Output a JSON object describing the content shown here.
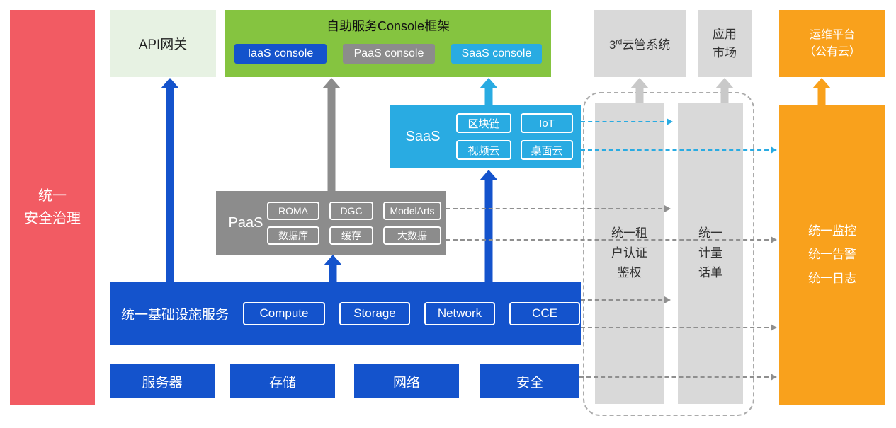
{
  "palette": {
    "blue": "#1453CC",
    "cyan": "#29ABE2",
    "gray": "#8C8C8C",
    "light_gray": "#D9D9D9",
    "green": "#85C440",
    "pale_green": "#E7F2E3",
    "orange": "#F9A11C",
    "red": "#F25B63"
  },
  "security_bar": {
    "label": "统一\n安全治理"
  },
  "api_gateway": {
    "label": "API网关"
  },
  "console_framework": {
    "title": "自助服务Console框架",
    "iaas_console": "IaaS console",
    "paas_console": "PaaS console",
    "saas_console": "SaaS console"
  },
  "third_party_cms": {
    "base": "3",
    "sup": "rd",
    "rest": "云管系统"
  },
  "app_market": {
    "label": "应用\n市场"
  },
  "om_platform": {
    "label": "运维平台\n（公有云）"
  },
  "saas": {
    "label": "SaaS",
    "items": [
      "区块链",
      "IoT",
      "视频云",
      "桌面云"
    ]
  },
  "paas": {
    "label": "PaaS",
    "items": [
      "ROMA",
      "DGC",
      "ModelArts",
      "数据库",
      "缓存",
      "大数据"
    ]
  },
  "infrastructure": {
    "label": "统一基础设施服务",
    "items": [
      "Compute",
      "Storage",
      "Network",
      "CCE"
    ]
  },
  "hardware": {
    "items": [
      "服务器",
      "存储",
      "网络",
      "安全"
    ]
  },
  "auth_bar": {
    "label": "统一租\n户认证\n鉴权"
  },
  "billing_bar": {
    "label": "统一\n计量\n话单"
  },
  "monitor_bar": {
    "label": "统一监控\n统一告警\n统一日志"
  }
}
